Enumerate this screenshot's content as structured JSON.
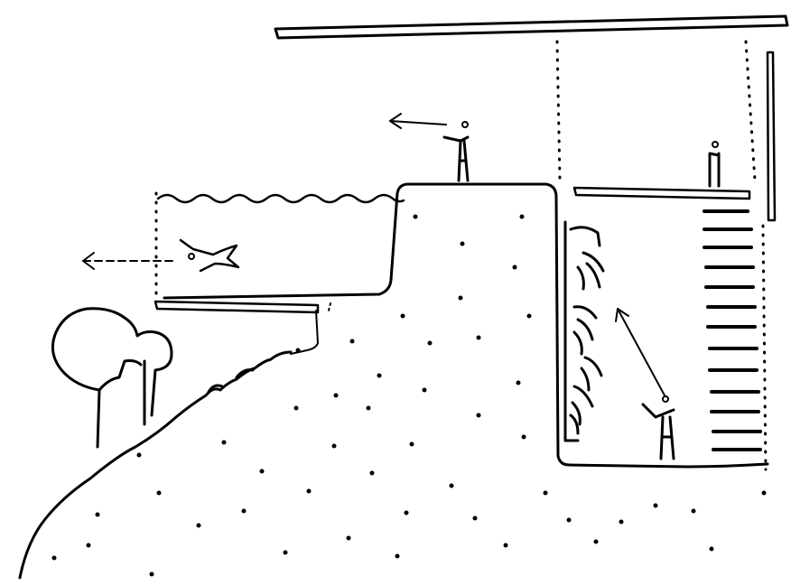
{
  "sketch": {
    "ink_color": "#000000",
    "paper_color": "#ffffff",
    "figures": [
      "person-standing-on-platform",
      "person-standing-on-balcony",
      "person-standing-below",
      "swimming-person"
    ],
    "arrows": [
      "arrow-left-from-platform-person",
      "arrow-left-from-swimmer",
      "arrow-up-toward-wall"
    ],
    "elements": [
      "roof-slab",
      "pool-water",
      "stepped-cliff",
      "balcony",
      "stair-ladder",
      "hanging-plants",
      "tree",
      "ground-slope"
    ]
  }
}
